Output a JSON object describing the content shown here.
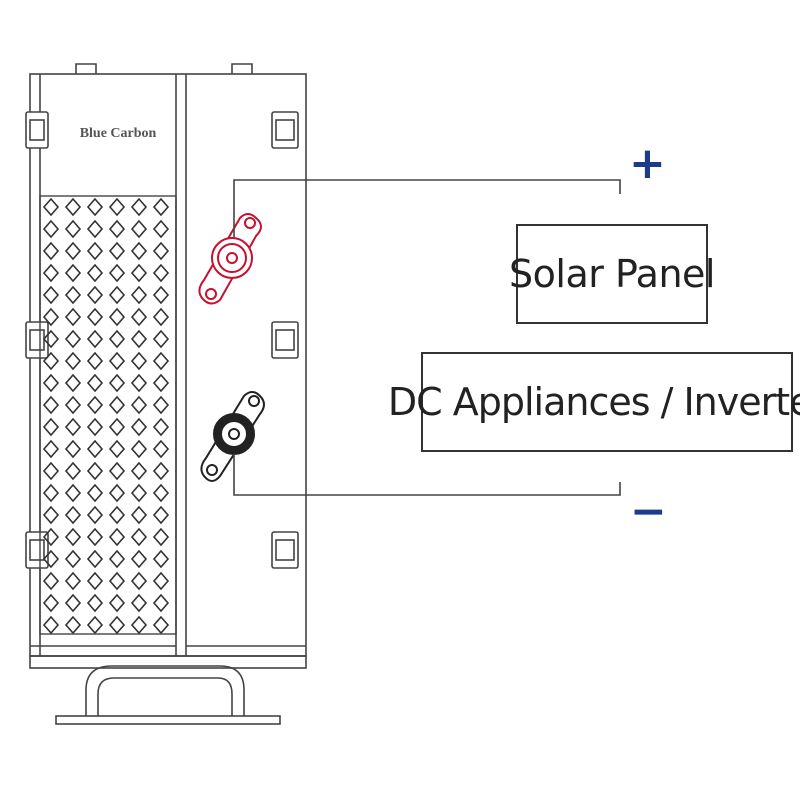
{
  "brand": {
    "text": "Blue Carbon"
  },
  "labels": {
    "solar_panel": "Solar Panel",
    "dc_appliances": "DC Appliances / Inverter"
  },
  "terminals": {
    "positive_symbol": "+",
    "negative_symbol": "−"
  },
  "colors": {
    "outline": "#333333",
    "positive_terminal": "#c8102e",
    "negative_terminal": "#222222",
    "sign_color": "#1e3a8a",
    "background": "#ffffff"
  }
}
